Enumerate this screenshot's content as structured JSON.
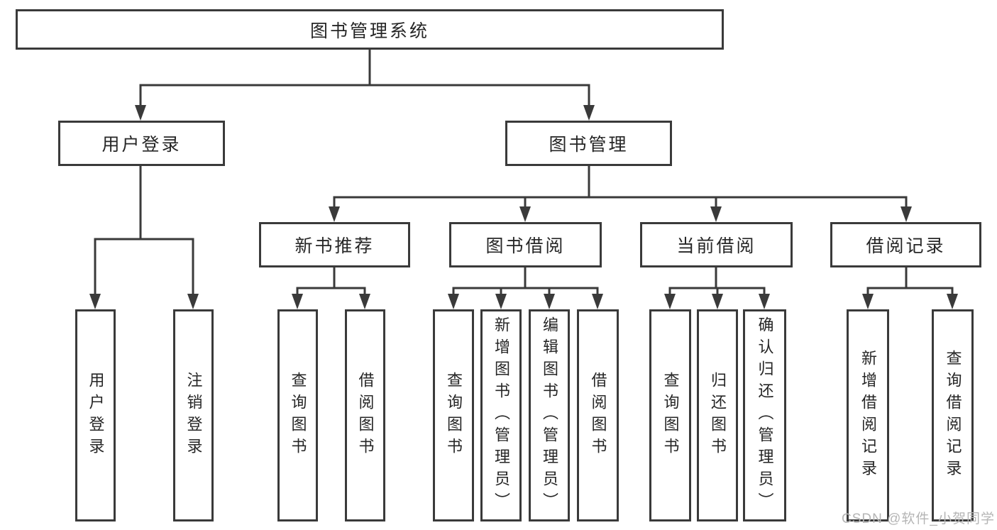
{
  "diagram": {
    "root": {
      "label": "图书管理系统"
    },
    "branches": [
      {
        "label": "用户登录",
        "children": [
          {
            "label": "用户登录"
          },
          {
            "label": "注销登录"
          }
        ]
      },
      {
        "label": "图书管理",
        "children": [
          {
            "label": "新书推荐",
            "children": [
              {
                "label": "查询图书"
              },
              {
                "label": "借阅图书"
              }
            ]
          },
          {
            "label": "图书借阅",
            "children": [
              {
                "label": "查询图书"
              },
              {
                "label": "新增图书（管理员）"
              },
              {
                "label": "编辑图书（管理员）"
              },
              {
                "label": "借阅图书"
              }
            ]
          },
          {
            "label": "当前借阅",
            "children": [
              {
                "label": "查询图书"
              },
              {
                "label": "归还图书"
              },
              {
                "label": "确认归还（管理员）"
              }
            ]
          },
          {
            "label": "借阅记录",
            "children": [
              {
                "label": "新增借阅记录"
              },
              {
                "label": "查询借阅记录"
              }
            ]
          }
        ]
      }
    ]
  },
  "watermark": {
    "text": "CSDN @软件_小贺同学"
  },
  "colors": {
    "line": "#3a3a3a",
    "box_border": "#3a3a3a",
    "text": "#262626",
    "background": "#ffffff",
    "watermark": "#b5b5b5"
  }
}
